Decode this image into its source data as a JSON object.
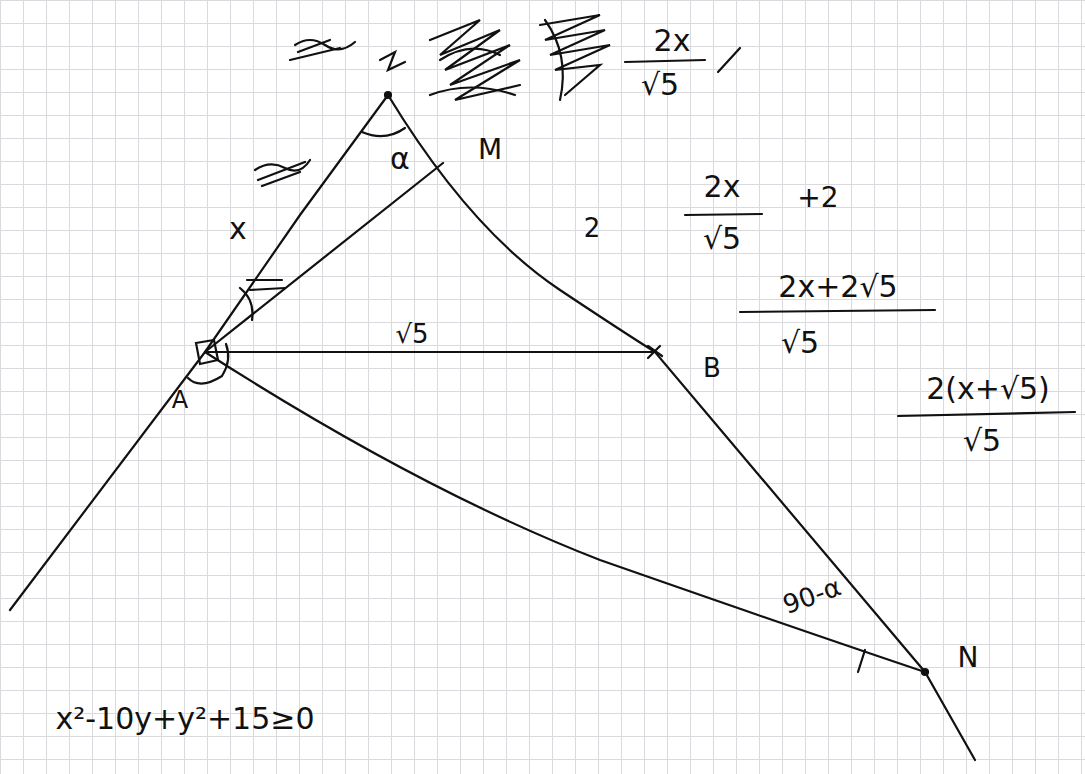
{
  "diagram": {
    "labels": [
      "2x",
      "√5",
      "α",
      "M",
      "x",
      "2",
      "2x",
      "√5",
      "+2",
      "2x+2√5",
      "√5",
      "2(x+√5)",
      "√5",
      "√5",
      "B",
      "A",
      "90-α",
      "N",
      "x²-10y+y²+15≥0"
    ]
  }
}
